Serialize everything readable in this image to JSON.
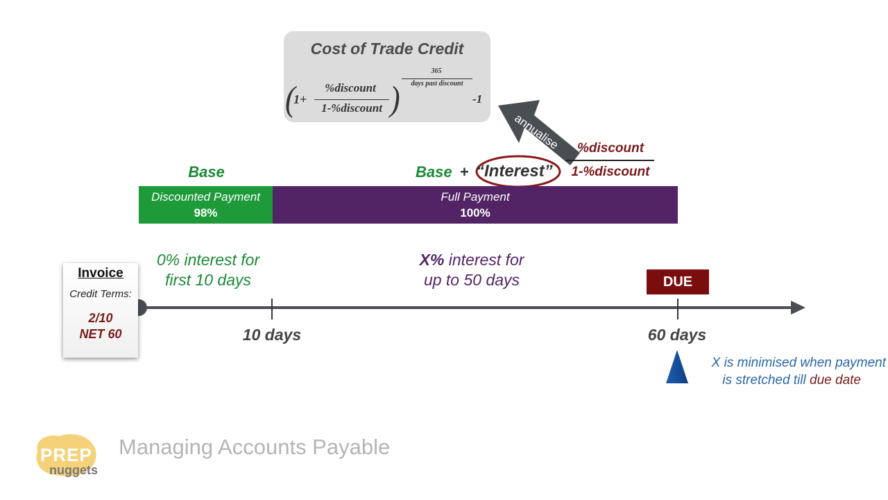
{
  "formula": {
    "title": "Cost of Trade Credit",
    "one_plus": "1+",
    "numerator": "%discount",
    "denominator": "1-%discount",
    "exponent_numerator": "365",
    "exponent_denominator": "days past discount",
    "minus_one": "-1"
  },
  "arrow": {
    "label": "annualise"
  },
  "interest_fraction": {
    "numerator": "%discount",
    "denominator": "1-%discount"
  },
  "labels": {
    "base_left": "Base",
    "base_right": "Base",
    "plus": "+",
    "interest": "“Interest”"
  },
  "bars": {
    "discounted": {
      "label": "Discounted Payment",
      "percent": "98%"
    },
    "full": {
      "label": "Full Payment",
      "percent": "100%"
    }
  },
  "periods": {
    "first": {
      "line1": "0% interest for",
      "line2": "first 10 days"
    },
    "second": {
      "bold": "X%",
      "line1_rest": " interest for",
      "line2": "up to 50 days"
    }
  },
  "timeline": {
    "tick_10": "10 days",
    "tick_60": "60 days"
  },
  "due": "DUE",
  "invoice": {
    "title": "Invoice",
    "credit_terms": "Credit Terms:",
    "terms_line1": "2/10",
    "terms_line2": "NET 60"
  },
  "note": {
    "line1": "X is minimised when payment",
    "line2_prefix": "is stretched till ",
    "line2_highlight": "due date"
  },
  "logo": {
    "prep": "PREP",
    "nuggets": "nuggets"
  },
  "footer": {
    "title": "Managing Accounts Payable"
  },
  "colors": {
    "green": "#1e9a3a",
    "purple": "#522466",
    "dark_red": "#7a0d0d",
    "blue": "#2a66a8",
    "logo_yellow": "#f5d27a"
  }
}
